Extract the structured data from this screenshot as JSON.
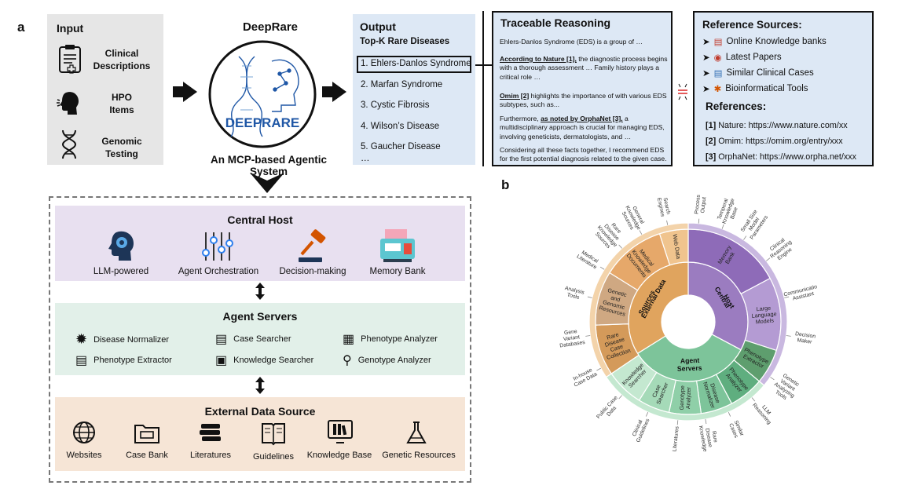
{
  "panel_a": "a",
  "panel_b": "b",
  "input": {
    "title": "Input",
    "items": [
      {
        "label_l1": "Clinical",
        "label_l2": "Descriptions",
        "icon": "clipboard-icon"
      },
      {
        "label_l1": "HPO",
        "label_l2": "Items",
        "icon": "head-icon"
      },
      {
        "label_l1": "Genomic",
        "label_l2": "Testing",
        "icon": "dna-icon"
      }
    ]
  },
  "deeprare": {
    "title": "DeepRare",
    "logo_text": "DEEPRARE",
    "subtitle": "An MCP-based Agentic System"
  },
  "output": {
    "title": "Output",
    "subtitle": "Top-K Rare Diseases",
    "items": [
      "1. Ehlers-Danlos Syndrome",
      "2. Marfan Syndrome",
      "3. Cystic Fibrosis",
      "4. Wilson’s Disease",
      "5. Gaucher Disease"
    ],
    "ellipsis": "…"
  },
  "reasoning": {
    "title": "Traceable Reasoning",
    "p1": "Ehlers-Danlos Syndrome (EDS) is a group of …",
    "p2_cite": "According to Nature [1],",
    "p2_rest": " the diagnostic process begins with a thorough assessment … Family history plays a critical role …",
    "p3_cite": "Omim [2]",
    "p3_rest": " highlights the importance of with various EDS subtypes, such as...",
    "p4_a": "Furthermore, ",
    "p4_cite": "as noted by OrphaNet [3],",
    "p4_rest": " a multidisciplinary approach is crucial for managing EDS, involving geneticists, dermatologists, and …",
    "p5": "Considering all these facts together, I recommend EDS for the first potential diagnosis related to the given case."
  },
  "references": {
    "title": "Reference Sources:",
    "sources": [
      "Online Knowledge banks",
      "Latest Papers",
      "Similar Clinical Cases",
      "Bioinformatical Tools"
    ],
    "refs_title": "References:",
    "refs": [
      {
        "num": "[1]",
        "text": "Nature: https://www.nature.com/xx"
      },
      {
        "num": "[2]",
        "text": "Omim: https://omim.org/entry/xxx"
      },
      {
        "num": "[3]",
        "text": "OrphaNet:  https://www.orpha.net/xxx"
      }
    ]
  },
  "central_host": {
    "title": "Central Host",
    "items": [
      "LLM-powered",
      "Agent Orchestration",
      "Decision-making",
      "Memory Bank"
    ]
  },
  "agent_servers": {
    "title": "Agent Servers",
    "items": [
      "Disease Normalizer",
      "Case Searcher",
      "Phenotype Analyzer",
      "Phenotype Extractor",
      "Knowledge Searcher",
      "Genotype Analyzer"
    ]
  },
  "external_sources": {
    "title": "External Data Source",
    "items": [
      "Websites",
      "Case Bank",
      "Literatures",
      "Guidelines",
      "Knowledge Base",
      "Genetic Resources"
    ]
  },
  "sunburst": {
    "groups": [
      {
        "name_l1": "Central",
        "name_l2": "Host",
        "color": "#9b7cc0"
      },
      {
        "name_l1": "Agent",
        "name_l2": "Servers",
        "color": "#7dc49a"
      },
      {
        "name_l1": "External Data",
        "name_l2": "Sources",
        "color": "#e0a45e"
      }
    ],
    "middle": {
      "central": [
        "Memory Bank",
        "Large Language Models",
        "Phenotype Extractor"
      ],
      "agent": [
        "Phenotype Analyzer",
        "Disease Normalizer",
        "Genotype Analyzer",
        "Case Searcher",
        "Knowledge Searcher"
      ],
      "external": [
        "Rare Disease Case Collection",
        "Genetic and Genomic Resources",
        "Medical Knowledge Documents",
        "Web Data"
      ]
    },
    "outer": [
      "Process Output",
      "Temporal Knowledge Base",
      "Small Size Model Parameters",
      "Clinical Reasoning Engine",
      "Communication Assistant",
      "Decision Maker",
      "Genetic Variant Analyzing Tools",
      "LLM Reasoning",
      "Similar Cases",
      "Rare Disease Knowledge",
      "Literatures",
      "Clinical Guidelines",
      "Public Case Data",
      "In-house Case Data",
      "Gene Variant Databases",
      "Analysis Tools",
      "Medical Literature",
      "Rare Disease Knowledge Sources",
      "General Knowledge Sources",
      "Search Engines"
    ]
  }
}
